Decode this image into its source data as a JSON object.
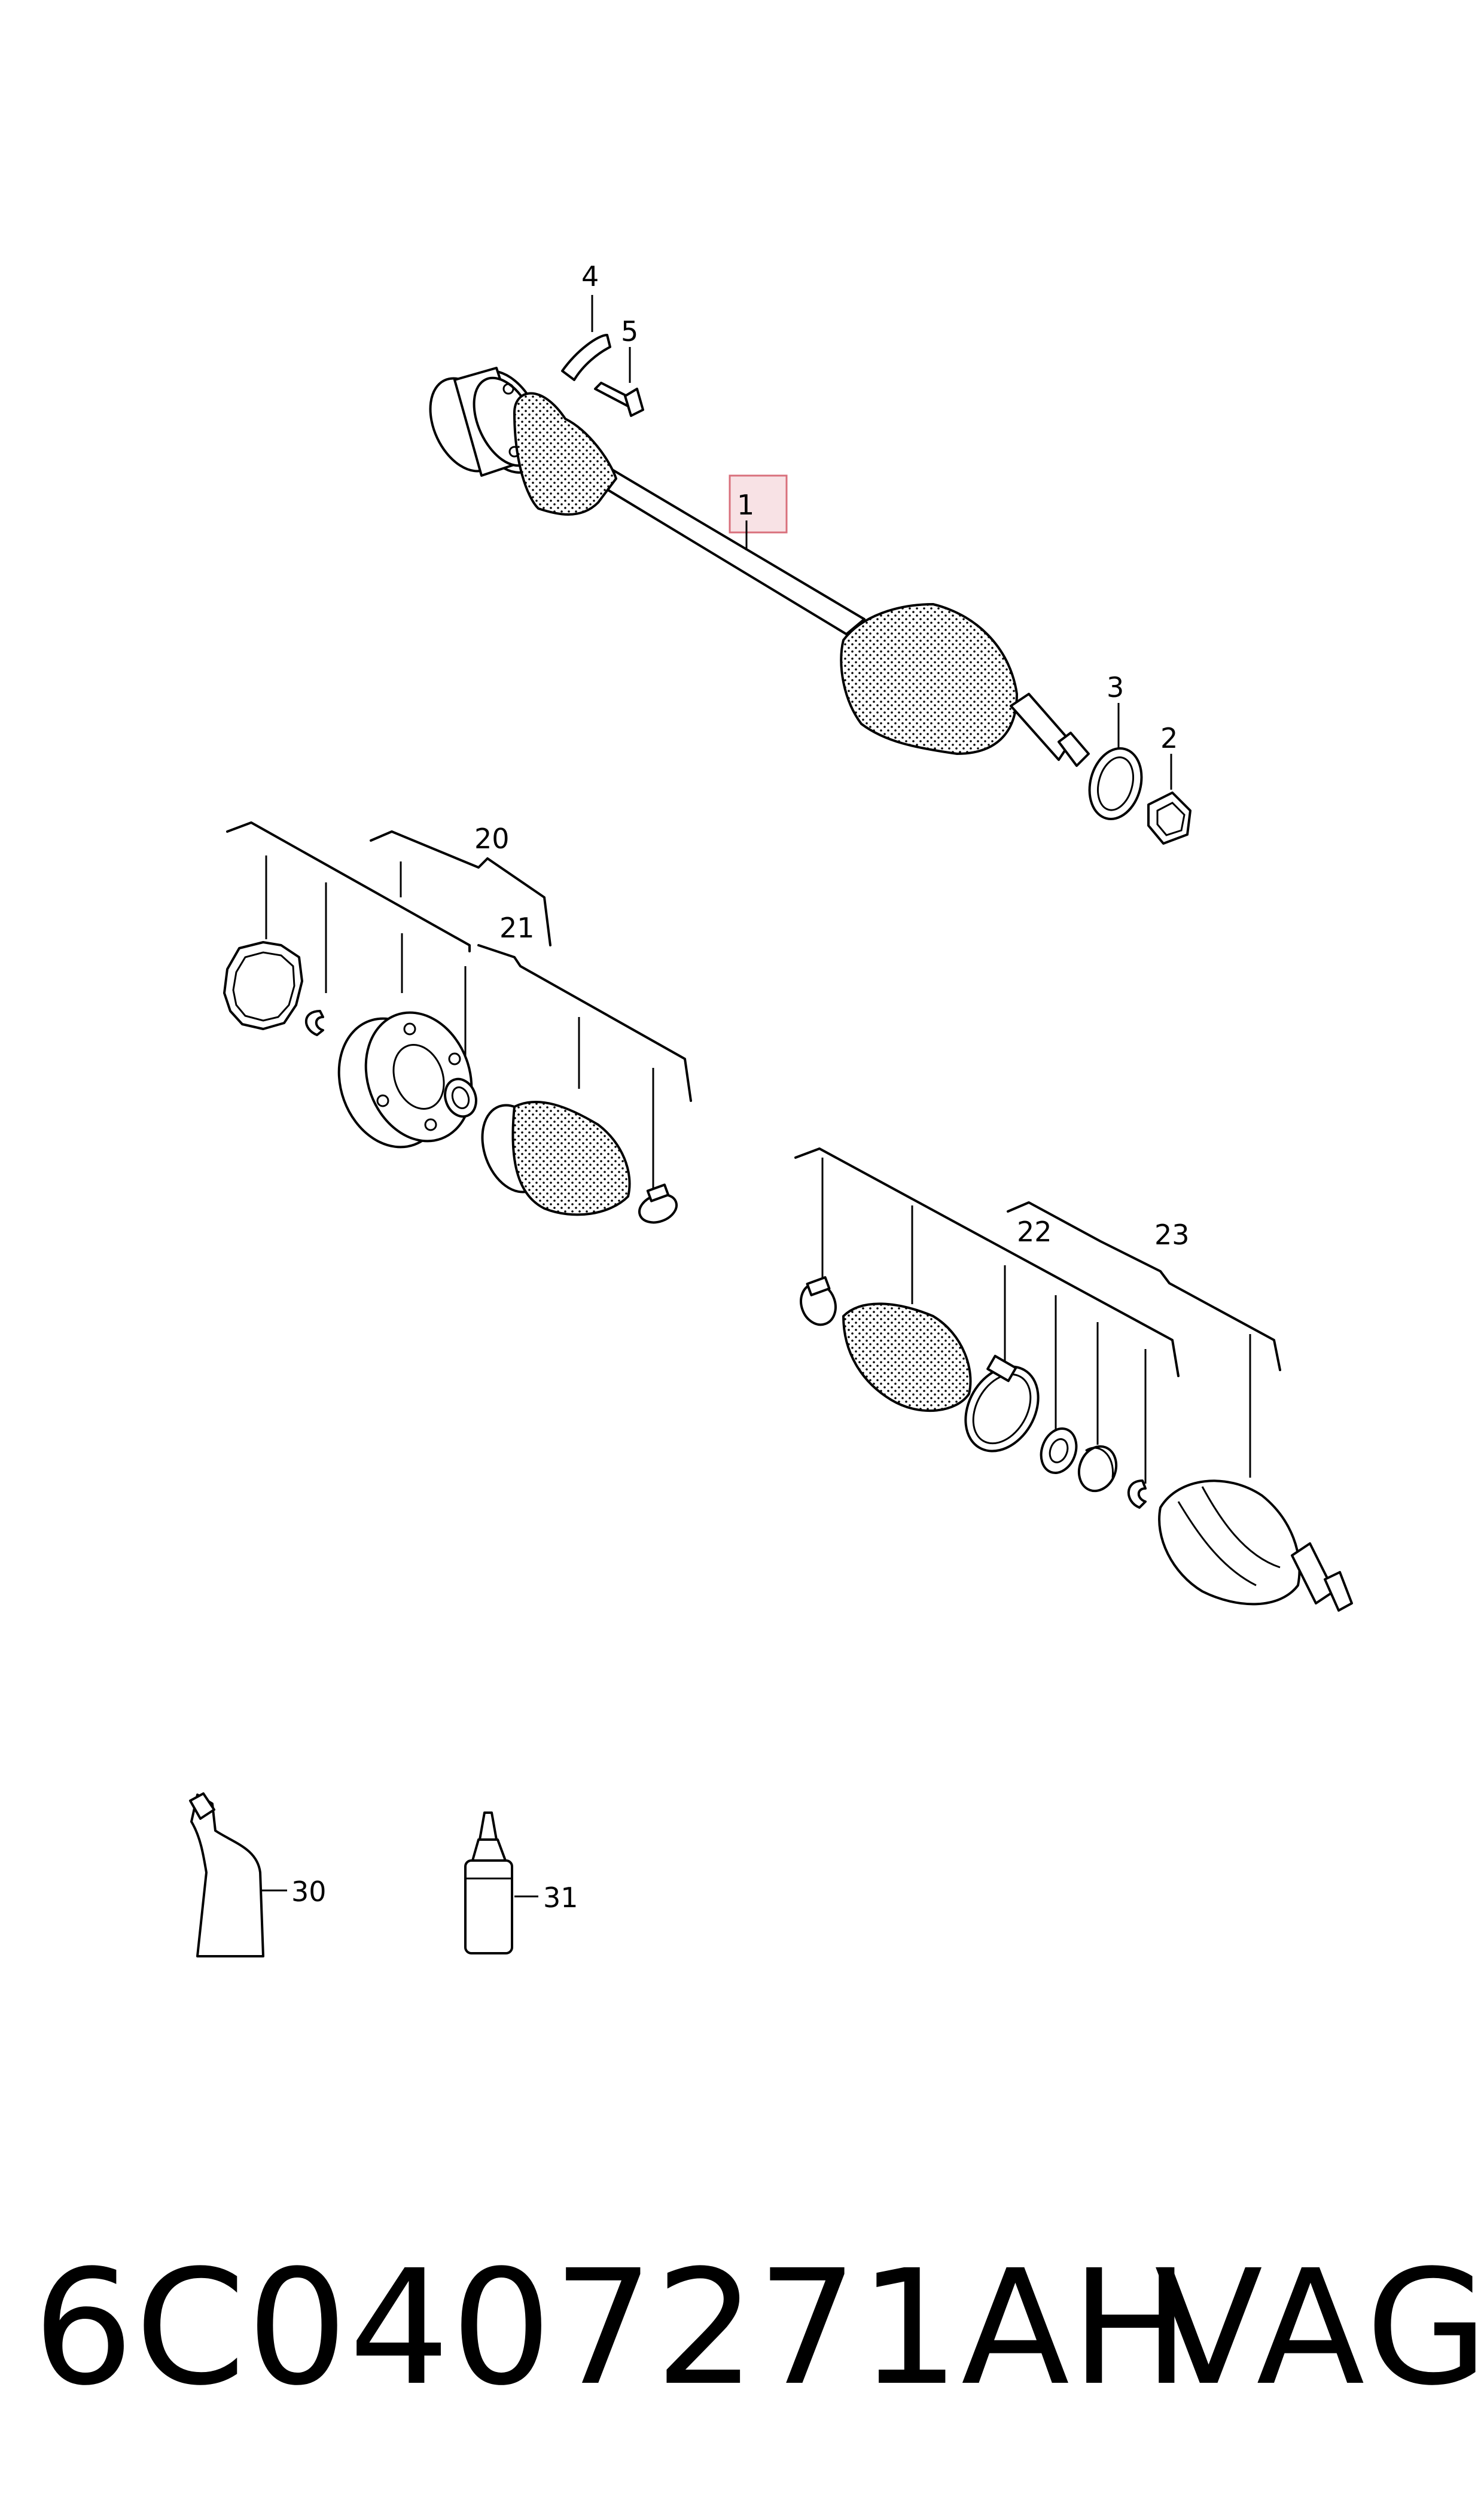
{
  "footer": {
    "part_number": "6C0407271AH",
    "brand": "VAG"
  },
  "callouts": {
    "c1": "1",
    "c2": "2",
    "c3": "3",
    "c4": "4",
    "c5": "5",
    "c20": "20",
    "c21": "21",
    "c22": "22",
    "c23": "23",
    "c30": "30",
    "c31": "31"
  },
  "highlight_color": "#e8a0a8"
}
